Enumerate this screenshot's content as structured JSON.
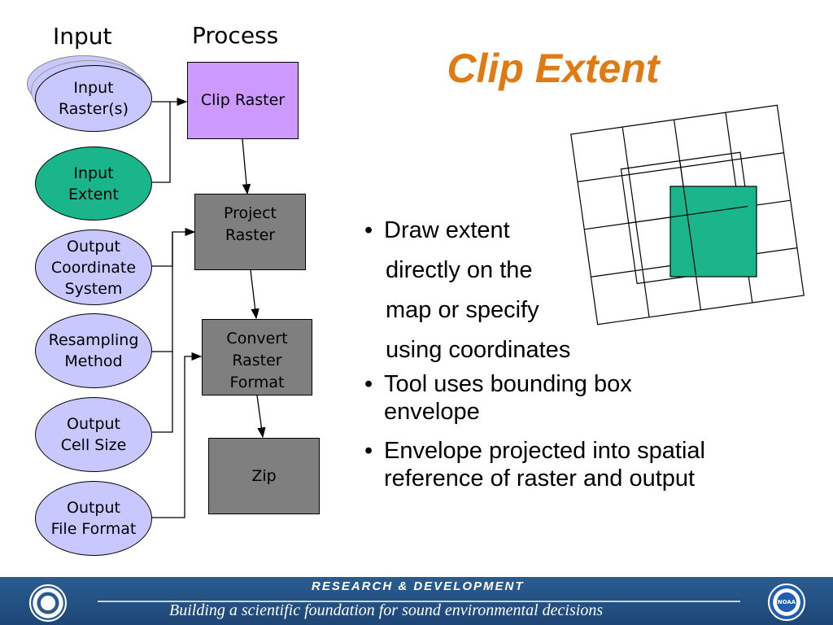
{
  "colors": {
    "title": "#e07a12",
    "input_ellipse": "#c8c8ff",
    "extent_ellipse": "#1ab58a",
    "clip_box": "#cc99ff",
    "process_box": "#7f7f7f",
    "clip_rect": "#1ab58a",
    "footer": "#1e4677"
  },
  "headers": {
    "input": "Input",
    "process": "Process"
  },
  "inputs": [
    {
      "id": "input-rasters",
      "label": "Input\nRaster(s)"
    },
    {
      "id": "input-extent",
      "label": "Input\nExtent"
    },
    {
      "id": "output-coordinate-system",
      "label": "Output\nCoordinate\nSystem"
    },
    {
      "id": "resampling-method",
      "label": "Resampling\nMethod"
    },
    {
      "id": "output-cell-size",
      "label": "Output\nCell Size"
    },
    {
      "id": "output-file-format",
      "label": "Output\nFile Format"
    }
  ],
  "processes": [
    {
      "id": "clip-raster",
      "label": "Clip Raster"
    },
    {
      "id": "project-raster",
      "label": "Project\nRaster"
    },
    {
      "id": "convert-raster-format",
      "label": "Convert\nRaster\nFormat"
    },
    {
      "id": "zip",
      "label": "Zip"
    }
  ],
  "title": "Clip Extent",
  "bullets": [
    {
      "lines": [
        "Draw extent",
        "directly on the",
        "map or specify",
        "using coordinates"
      ]
    },
    {
      "lines": [
        "Tool uses bounding box",
        "envelope"
      ]
    },
    {
      "lines": [
        "Envelope projected into spatial",
        "reference of raster and output"
      ]
    }
  ],
  "footer": {
    "top": "RESEARCH & DEVELOPMENT",
    "bottom": "Building a scientific foundation for sound environmental decisions",
    "left_logo": "epa-seal-icon",
    "right_logo": "noaa-seal-icon",
    "right_logo_text": "NOAA"
  }
}
